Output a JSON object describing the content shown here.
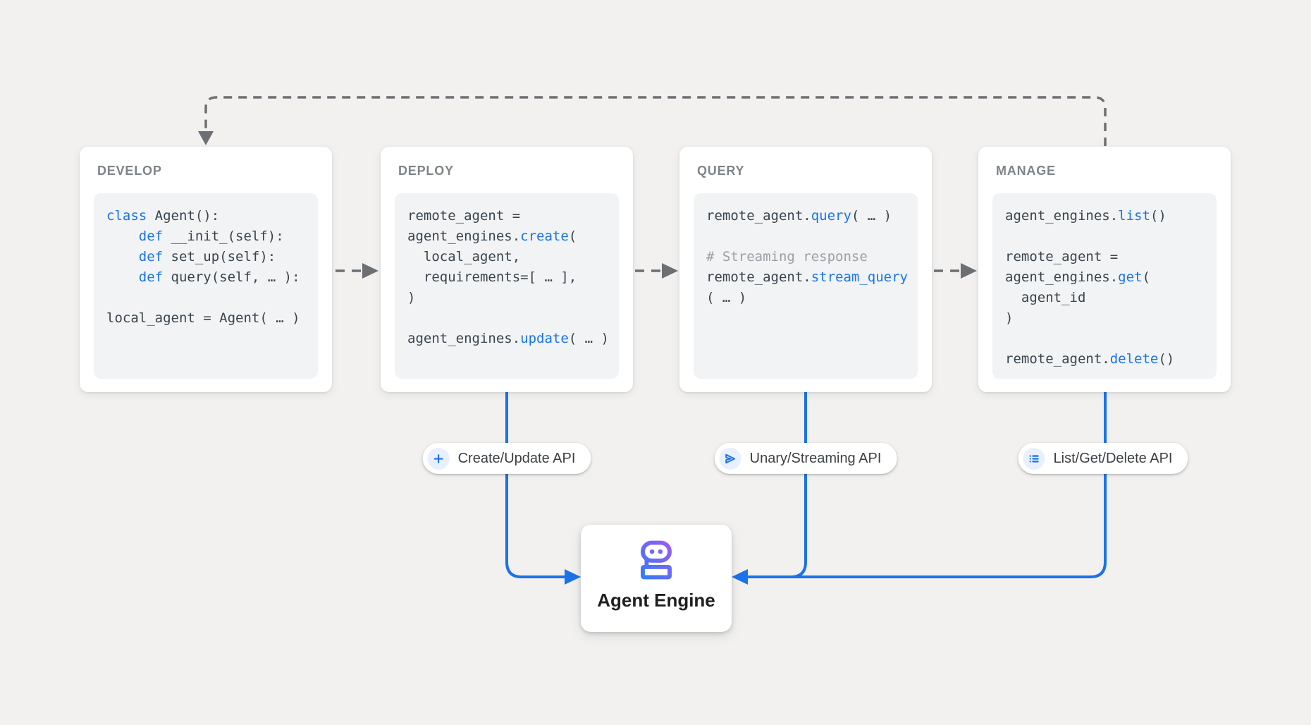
{
  "colors": {
    "page_bg": "#F2F1EF",
    "accent_blue": "#1A73E8",
    "wire_gray": "#6C6F73",
    "code_text": "#3A444C",
    "comment_gray": "#9AA0A6",
    "title_gray": "#7F8488",
    "code_bg": "#F1F3F4",
    "icon_chip_bg": "#E8F0FE",
    "robot_gradient_start": "#2E7CF6",
    "robot_gradient_end": "#A259F7"
  },
  "cards": [
    {
      "title": "DEVELOP",
      "code": [
        [
          {
            "t": "class",
            "c": "kw"
          },
          {
            "t": " Agent():"
          }
        ],
        [
          {
            "t": "    "
          },
          {
            "t": "def",
            "c": "kw"
          },
          {
            "t": " __init_(self):"
          }
        ],
        [
          {
            "t": "    "
          },
          {
            "t": "def",
            "c": "kw"
          },
          {
            "t": " set_up(self):"
          }
        ],
        [
          {
            "t": "    "
          },
          {
            "t": "def",
            "c": "kw"
          },
          {
            "t": " query(self, … ):"
          }
        ],
        [],
        [
          {
            "t": "local_agent = Agent( … )"
          }
        ]
      ]
    },
    {
      "title": "DEPLOY",
      "code": [
        [
          {
            "t": "remote_agent ="
          }
        ],
        [
          {
            "t": "agent_engines."
          },
          {
            "t": "create",
            "c": "kw"
          },
          {
            "t": "("
          }
        ],
        [
          {
            "t": "  local_agent,"
          }
        ],
        [
          {
            "t": "  requirements=[ … ],"
          }
        ],
        [
          {
            "t": ")"
          }
        ],
        [],
        [
          {
            "t": "agent_engines."
          },
          {
            "t": "update",
            "c": "kw"
          },
          {
            "t": "( … )"
          }
        ]
      ]
    },
    {
      "title": "QUERY",
      "code": [
        [
          {
            "t": "remote_agent."
          },
          {
            "t": "query",
            "c": "kw"
          },
          {
            "t": "( … )"
          }
        ],
        [],
        [
          {
            "t": "# Streaming response",
            "c": "comment"
          }
        ],
        [
          {
            "t": "remote_agent."
          },
          {
            "t": "stream_query",
            "c": "kw"
          }
        ],
        [
          {
            "t": "( … )"
          }
        ]
      ]
    },
    {
      "title": "MANAGE",
      "code": [
        [
          {
            "t": "agent_engines."
          },
          {
            "t": "list",
            "c": "kw"
          },
          {
            "t": "()"
          }
        ],
        [],
        [
          {
            "t": "remote_agent ="
          }
        ],
        [
          {
            "t": "agent_engines."
          },
          {
            "t": "get",
            "c": "kw"
          },
          {
            "t": "("
          }
        ],
        [
          {
            "t": "  agent_id"
          }
        ],
        [
          {
            "t": ")"
          }
        ],
        [],
        [
          {
            "t": "remote_agent."
          },
          {
            "t": "delete",
            "c": "kw"
          },
          {
            "t": "()"
          }
        ]
      ]
    }
  ],
  "pills": [
    {
      "label": "Create/Update API",
      "icon": "plus-icon"
    },
    {
      "label": "Unary/Streaming API",
      "icon": "send-icon"
    },
    {
      "label": "List/Get/Delete API",
      "icon": "list-icon"
    }
  ],
  "engine": {
    "label": "Agent Engine"
  }
}
